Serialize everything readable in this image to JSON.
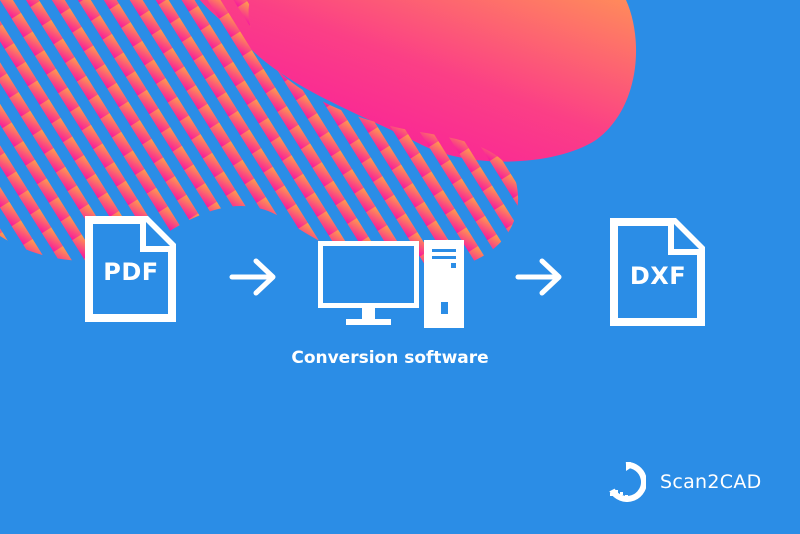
{
  "diagram": {
    "source_format": "PDF",
    "target_format": "DXF",
    "caption": "Conversion software"
  },
  "brand": {
    "name": "Scan2CAD",
    "logo_icon": "scan2cad-logo-icon"
  },
  "colors": {
    "background": "#2b8de6",
    "foreground": "#ffffff",
    "accent_pink": "#f70fa5",
    "accent_orange": "#ff8c4a"
  }
}
